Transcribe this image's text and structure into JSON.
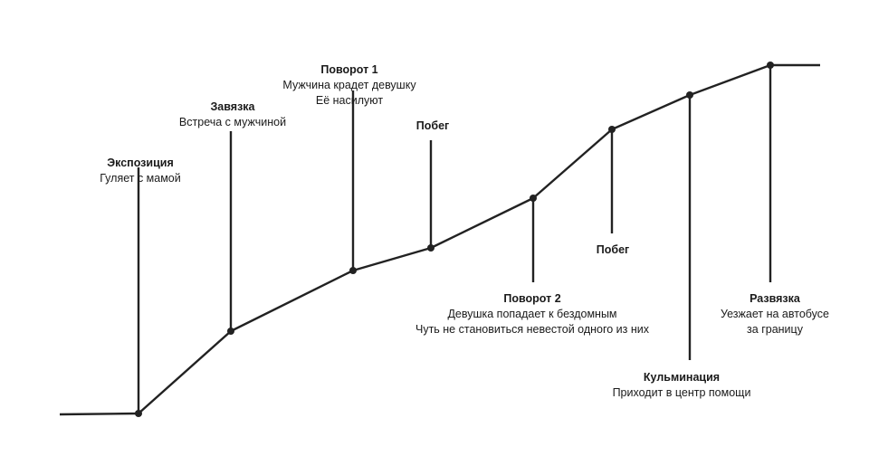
{
  "diagram": {
    "line_color": "#222222",
    "events": [
      {
        "title": "Экспозиция",
        "lines": [
          "Гуляет с мамой"
        ]
      },
      {
        "title": "Завязка",
        "lines": [
          "Встреча с мужчиной"
        ]
      },
      {
        "title": "Поворот 1",
        "lines": [
          "Мужчина крадет девушку",
          "Её насилуют"
        ]
      },
      {
        "title": "Побег",
        "lines": []
      },
      {
        "title": "Поворот 2",
        "lines": [
          "Девушка попадает к бездомным",
          "Чуть не становиться невестой одного из них"
        ]
      },
      {
        "title": "Побег",
        "lines": []
      },
      {
        "title": "Кульминация",
        "lines": [
          "Приходит в центр помощи"
        ]
      },
      {
        "title": "Развязка",
        "lines": [
          "Уезжает на автобусе",
          "за границу"
        ]
      }
    ]
  }
}
